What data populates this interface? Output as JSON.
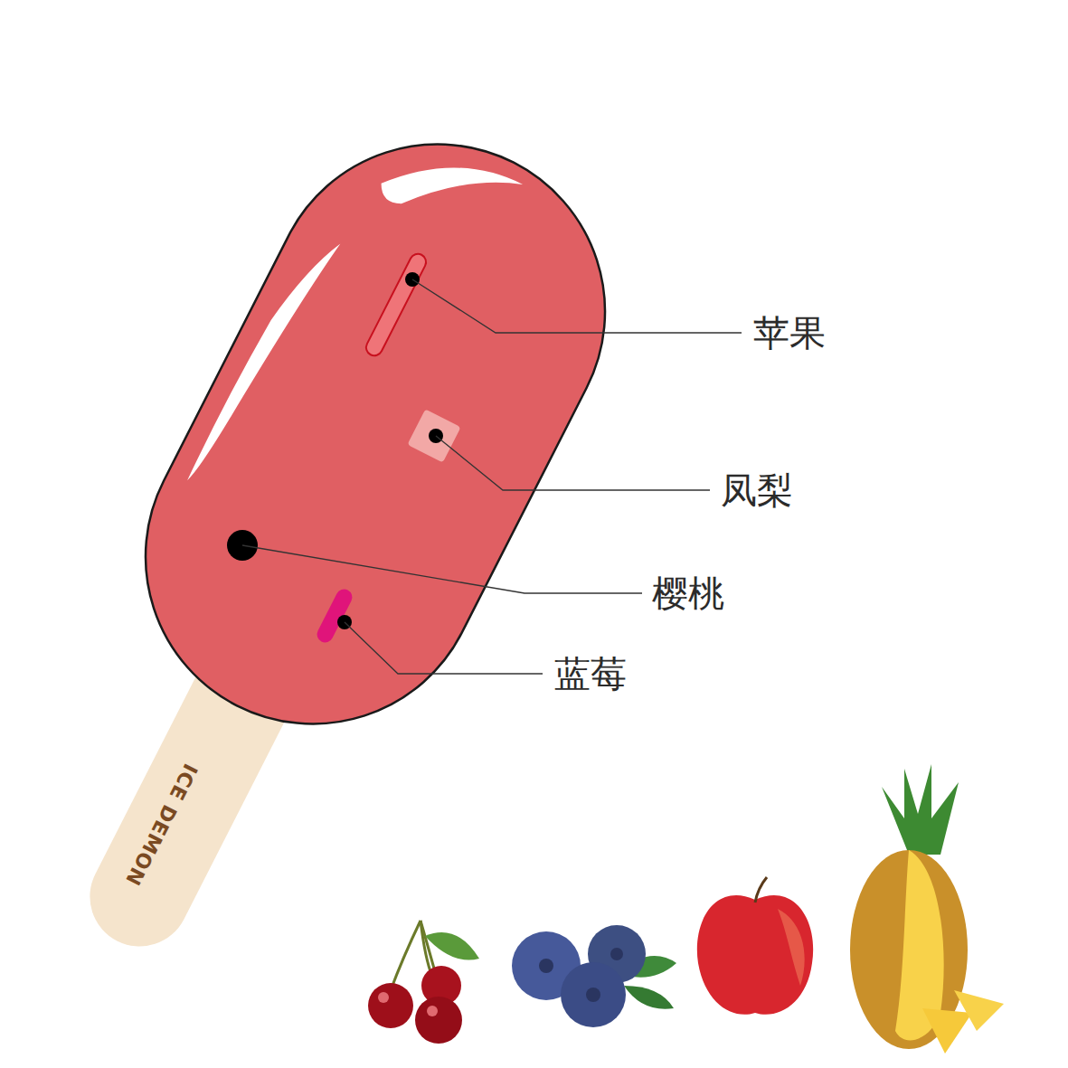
{
  "diagram": {
    "labels": [
      "苹果",
      "凤梨",
      "樱桃",
      "蓝莓",
      "ICE DEMON"
    ]
  }
}
